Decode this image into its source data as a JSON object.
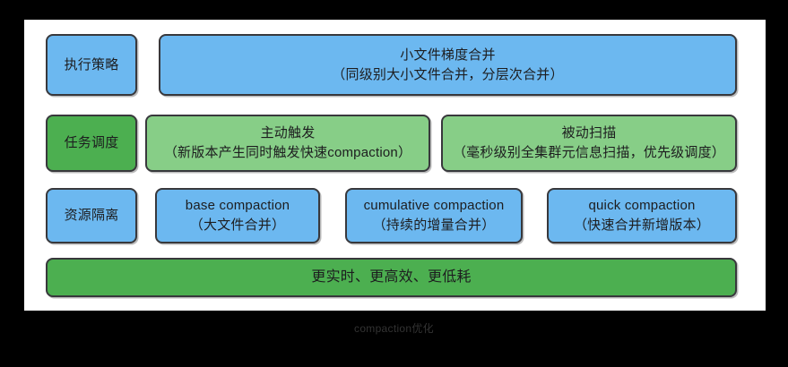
{
  "caption": "compaction优化",
  "colors": {
    "background": "#000000",
    "panel": "#ffffff",
    "blue": "#6cb8f0",
    "green_dark": "#4caf50",
    "green_light": "#87ce87",
    "border": "#38383c",
    "text": "#1d1d1f",
    "caption_text": "#333333"
  },
  "rows": [
    {
      "label": "执行策略",
      "label_fill": "#6cb8f0",
      "boxes": [
        {
          "title": "小文件梯度合并",
          "subtitle": "（同级别大小文件合并，分层次合并）",
          "fill": "#6cb8f0"
        }
      ]
    },
    {
      "label": "任务调度",
      "label_fill": "#4caf50",
      "boxes": [
        {
          "title": "主动触发",
          "subtitle": "（新版本产生同时触发快速compaction）",
          "fill": "#87ce87"
        },
        {
          "title": "被动扫描",
          "subtitle": "（毫秒级别全集群元信息扫描，优先级调度）",
          "fill": "#87ce87"
        }
      ]
    },
    {
      "label": "资源隔离",
      "label_fill": "#6cb8f0",
      "boxes": [
        {
          "title": "base compaction",
          "subtitle": "（大文件合并）",
          "fill": "#6cb8f0"
        },
        {
          "title": "cumulative compaction",
          "subtitle": "（持续的增量合并）",
          "fill": "#6cb8f0"
        },
        {
          "title": "quick compaction",
          "subtitle": "（快速合并新增版本）",
          "fill": "#6cb8f0"
        }
      ]
    }
  ],
  "summary": {
    "text": "更实时、更高效、更低耗",
    "fill": "#4caf50"
  }
}
